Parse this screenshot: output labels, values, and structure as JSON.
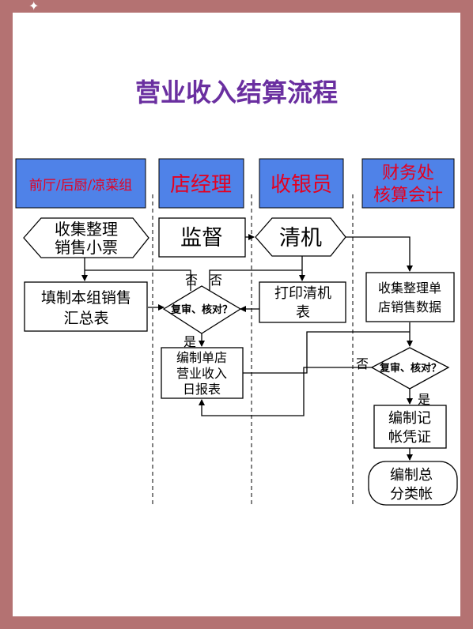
{
  "title": "营业收入结算流程",
  "colors": {
    "border": "#b47272",
    "title": "#6a2fa0",
    "lane_header": "#4f82e8",
    "lane_red_text": "#e5001f",
    "line": "#000000"
  },
  "lanes": [
    {
      "label": "前厅/后厨/凉菜组"
    },
    {
      "label": "店经理"
    },
    {
      "label": "收银员"
    },
    {
      "label_line1": "财务处",
      "label_line2": "核算会计"
    }
  ],
  "nodes": {
    "collect_tickets": {
      "line1": "收集整理",
      "line2": "销售小票"
    },
    "fill_summary": {
      "line1": "填制本组销售",
      "line2": "汇总表"
    },
    "supervise": {
      "label": "监督"
    },
    "review1": {
      "label": "复审、核对？"
    },
    "daily_report": {
      "line1": "编制单店",
      "line2": "营业收入",
      "line3": "日报表"
    },
    "clear_machine": {
      "label": "清机"
    },
    "print_sheet": {
      "line1": "打印清机",
      "line2": "表"
    },
    "collect_sales": {
      "line1": "收集整理单",
      "line2": "店销售数据"
    },
    "review2": {
      "label": "复审、核对？"
    },
    "voucher": {
      "line1": "编制记",
      "line2": "帐凭证"
    },
    "ledger": {
      "line1": "编制总",
      "line2": "分类帐"
    }
  },
  "edge_labels": {
    "no1": "否",
    "no2": "否",
    "yes1": "是",
    "no3": "否",
    "yes2": "是"
  }
}
